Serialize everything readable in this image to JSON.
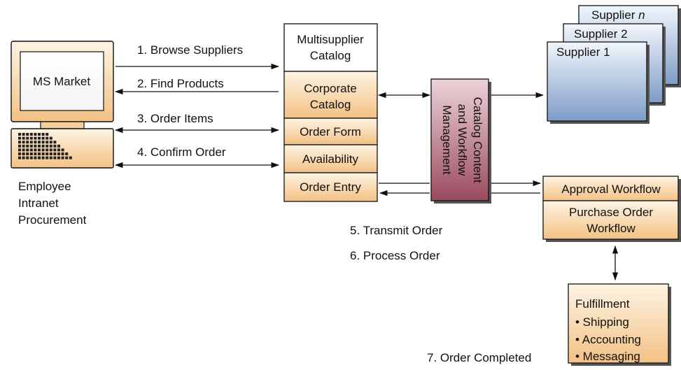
{
  "computer": {
    "screen_label": "MS Market",
    "caption_lines": [
      "Employee",
      "Intranet",
      "Procurement"
    ]
  },
  "steps": {
    "s1": "1. Browse Suppliers",
    "s2": "2. Find Products",
    "s3": "3. Order Items",
    "s4": "4. Confirm Order",
    "s5": "5. Transmit Order",
    "s6": "6. Process Order",
    "s7": "7. Order Completed"
  },
  "catalog_stack": {
    "multisupplier": [
      "Multisupplier",
      "Catalog"
    ],
    "corporate": [
      "Corporate",
      "Catalog"
    ],
    "order_form": "Order Form",
    "availability": "Availability",
    "order_entry": "Order Entry"
  },
  "center_box": [
    "Catalog Content",
    "and Workflow",
    "Management"
  ],
  "suppliers": {
    "s1": "Supplier 1",
    "s2": "Supplier 2",
    "sn_prefix": "Supplier ",
    "sn_var": "n"
  },
  "workflow": {
    "approval": "Approval Workflow",
    "purchase": [
      "Purchase Order",
      "Workflow"
    ]
  },
  "fulfillment": {
    "title": "Fulfillment",
    "items": [
      "• Shipping",
      "• Accounting",
      "• Messaging"
    ]
  },
  "colors": {
    "orange_light": "#fdf2e0",
    "orange_dark": "#f0bd78",
    "blue_light": "#eef3fb",
    "blue_dark": "#7f9ec8",
    "maroon_light": "#e7c2cb",
    "maroon_dark": "#9b4a5e"
  }
}
